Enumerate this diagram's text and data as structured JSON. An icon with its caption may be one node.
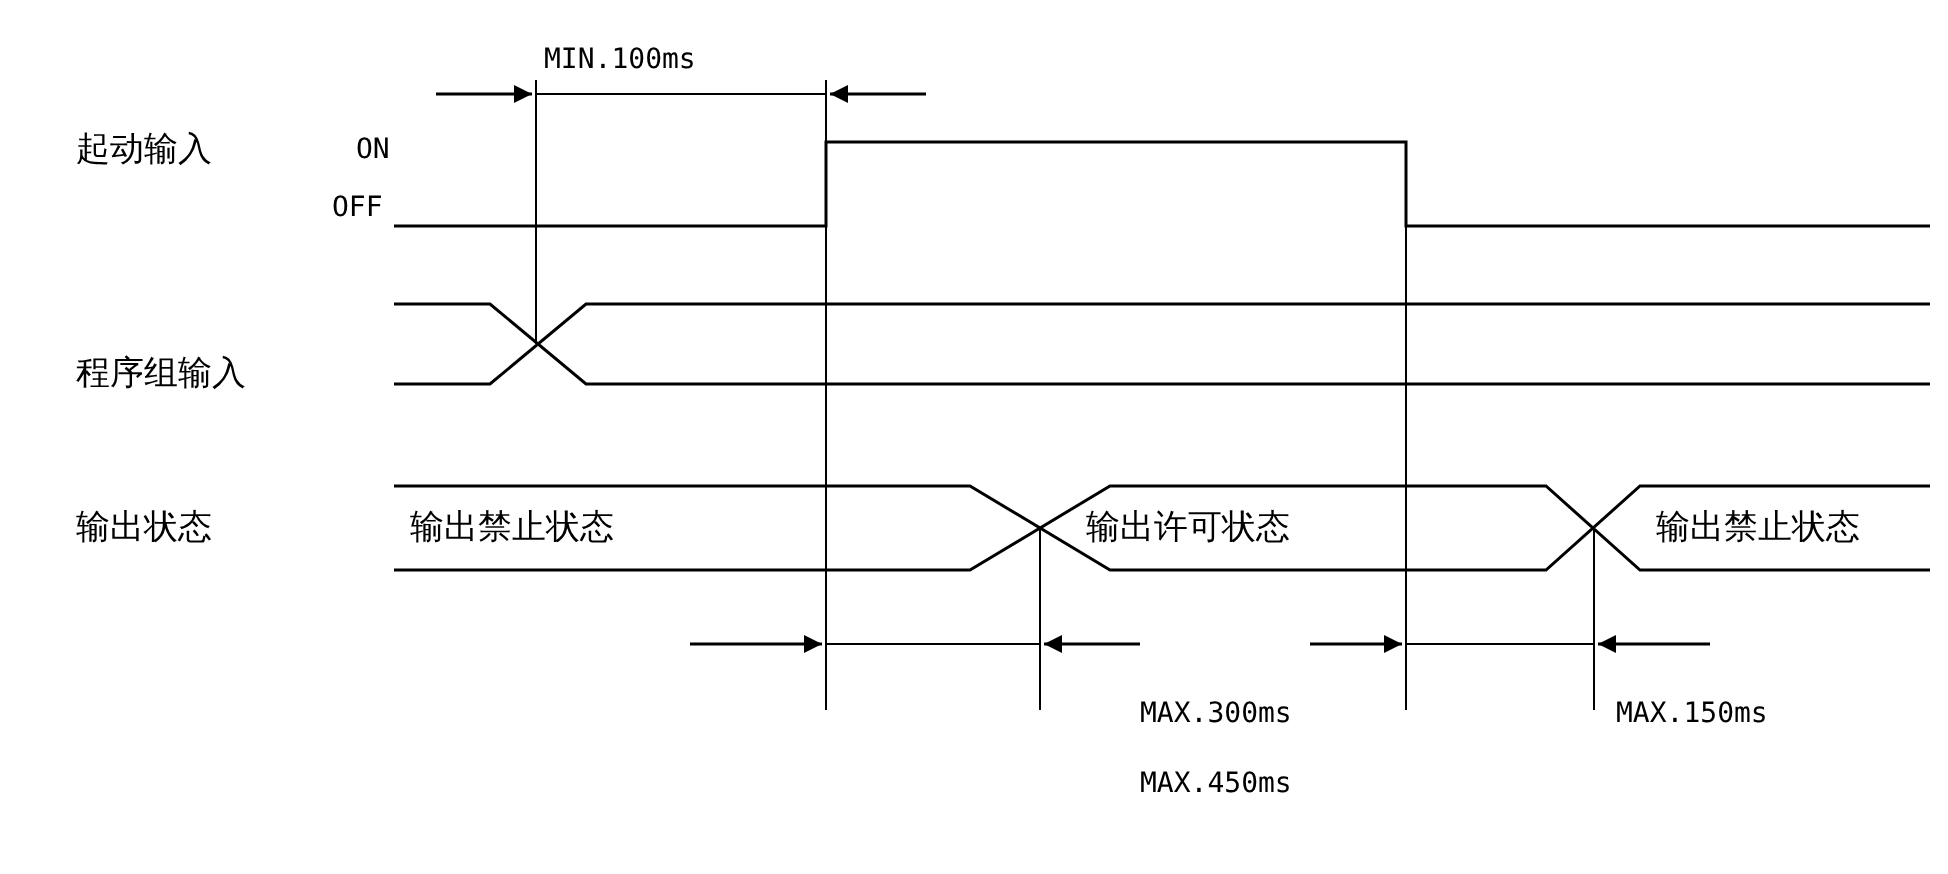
{
  "diagram": {
    "labels": [
      "MIN.100ms",
      "起动输入",
      "ON",
      "OFF",
      "程序组输入",
      "输出状态",
      "输出禁止状态",
      "输出许可状态",
      "输出禁止状态",
      "MAX.300ms",
      "MAX.150ms",
      "MAX.450ms"
    ]
  }
}
